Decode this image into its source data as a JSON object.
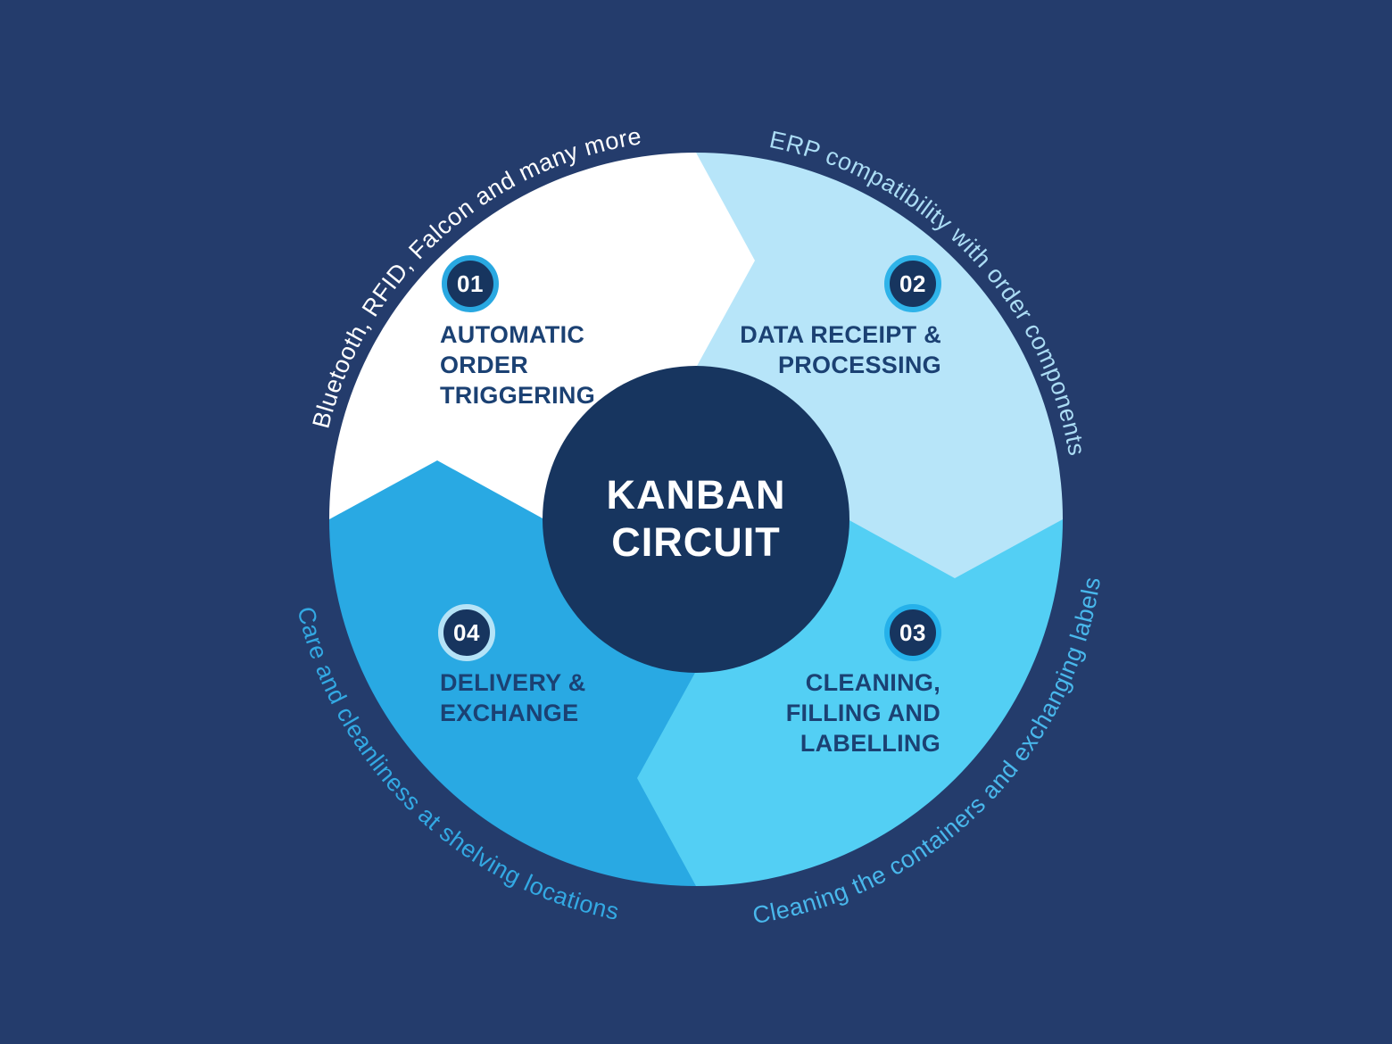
{
  "center": {
    "label": "KANBAN\nCIRCUIT"
  },
  "theme": {
    "background": "#243c6c",
    "navy": "#17355f",
    "title_color": "#1b4173",
    "center_text_color": "#ffffff",
    "badge_number_color": "#ffffff"
  },
  "quadrants": [
    {
      "number": "01",
      "title": "AUTOMATIC\nORDER\nTRIGGERING",
      "fill": "#ffffff",
      "badge_ring": "#29a8e1",
      "arc_label": "Bluetooth, RFID, Falcon and many more",
      "arc_color": "#ffffff"
    },
    {
      "number": "02",
      "title": "DATA RECEIPT &\nPROCESSING",
      "fill": "#b7e5f9",
      "badge_ring": "#2fb3e9",
      "arc_label": "ERP compatibility with order components",
      "arc_color": "#abdcf4"
    },
    {
      "number": "03",
      "title": "CLEANING,\nFILLING AND\nLABELLING",
      "fill": "#53cff4",
      "badge_ring": "#25b1ea",
      "arc_label": "Cleaning the containers and exchanging labels",
      "arc_color": "#49b8ec"
    },
    {
      "number": "04",
      "title": "DELIVERY &\nEXCHANGE",
      "fill": "#29a9e3",
      "badge_ring": "#b5e3f7",
      "arc_label": "Care and cleanliness at shelving locations",
      "arc_color": "#33a9e3"
    }
  ]
}
